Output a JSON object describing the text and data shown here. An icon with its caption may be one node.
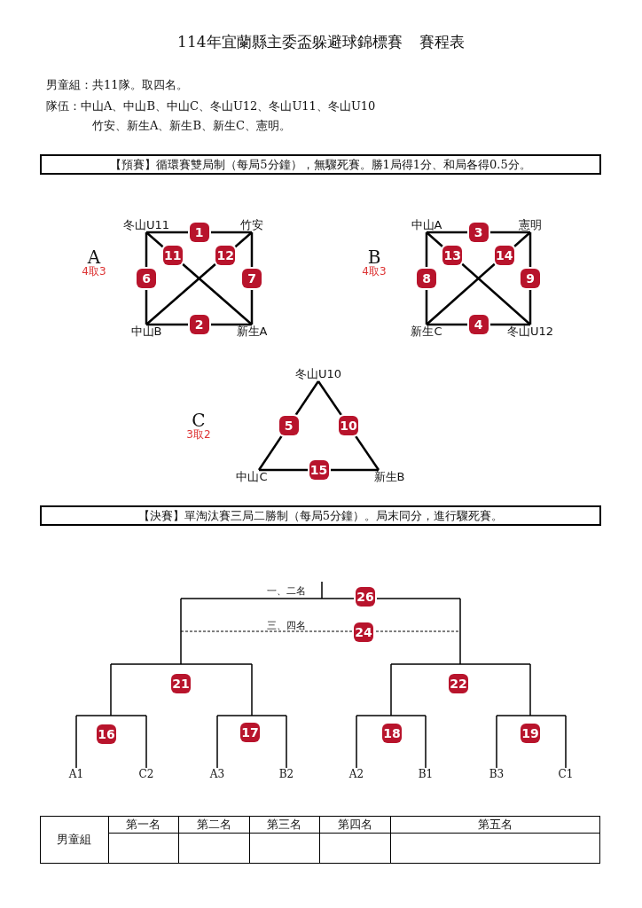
{
  "diagram": {
    "title": "114年宜蘭縣主委盃躲避球錦標賽 賽程表",
    "nodes": [
      {
        "text": [
          "【預賽】循環賽雙局制（每局5分鐘），無驟死賽。勝1局得1分、和局各得0.5分。"
        ]
      },
      {
        "text": [
          "冬山U11"
        ]
      },
      {
        "text": [
          "竹安"
        ]
      },
      {
        "text": [
          "中山A"
        ]
      },
      {
        "text": [
          "憲明"
        ]
      },
      {
        "text": [
          "中山B"
        ]
      },
      {
        "text": [
          "新生A"
        ]
      },
      {
        "text": [
          "新生C"
        ]
      },
      {
        "text": [
          "冬山U12"
        ]
      },
      {
        "text": [
          "冬山U10"
        ]
      },
      {
        "text": [
          "中山C"
        ]
      },
      {
        "text": [
          "新生B"
        ]
      },
      {
        "text": [
          "【決賽】單淘汰賽三局二勝制（每局5分鐘）。局末同分，進行驟死賽。"
        ]
      }
    ],
    "edges": [
      {
        "from": 1,
        "to": 2,
        "arrow": "none",
        "label": "1"
      },
      {
        "from": 5,
        "to": 6,
        "arrow": "none",
        "label": "2"
      },
      {
        "from": 3,
        "to": 4,
        "arrow": "none",
        "label": "3"
      },
      {
        "from": 7,
        "to": 8,
        "arrow": "none",
        "label": "4"
      },
      {
        "from": 9,
        "to": 10,
        "arrow": "none",
        "label": "5"
      },
      {
        "from": 1,
        "to": 5,
        "arrow": "none",
        "label": "6"
      },
      {
        "from": 2,
        "to": 6,
        "arrow": "none",
        "label": "7"
      },
      {
        "from": 3,
        "to": 7,
        "arrow": "none",
        "label": "8"
      },
      {
        "from": 4,
        "to": 8,
        "arrow": "none",
        "label": "9"
      },
      {
        "from": 9,
        "to": 11,
        "arrow": "none",
        "label": "10"
      },
      {
        "from": 1,
        "to": 6,
        "arrow": "none",
        "label": "11"
      },
      {
        "from": 2,
        "to": 5,
        "arrow": "none",
        "label": "12"
      },
      {
        "from": 3,
        "to": 8,
        "arrow": "none",
        "label": "13"
      },
      {
        "from": 4,
        "to": 7,
        "arrow": "none",
        "label": "14"
      },
      {
        "from": 10,
        "to": 11,
        "arrow": "none",
        "label": "15"
      }
    ],
    "labels": [
      "男童組：共11隊。取四名。",
      "隊伍：中山A、中山B、中山C、冬山U12、冬山U11、冬山U10 竹安、新生A、新生B、新生C、憲明。",
      "A",
      "4取3",
      "B",
      "4取3",
      "C",
      "3取2",
      "一、二名",
      "26",
      "三、四名",
      "24",
      "21",
      "22",
      "16",
      "17",
      "18",
      "19",
      "A1",
      "C2",
      "A3",
      "B2",
      "A2",
      "B1",
      "B3",
      "C1",
      "男童組",
      "第一名",
      "第二名",
      "第三名",
      "第四名",
      "第五名"
    ]
  }
}
